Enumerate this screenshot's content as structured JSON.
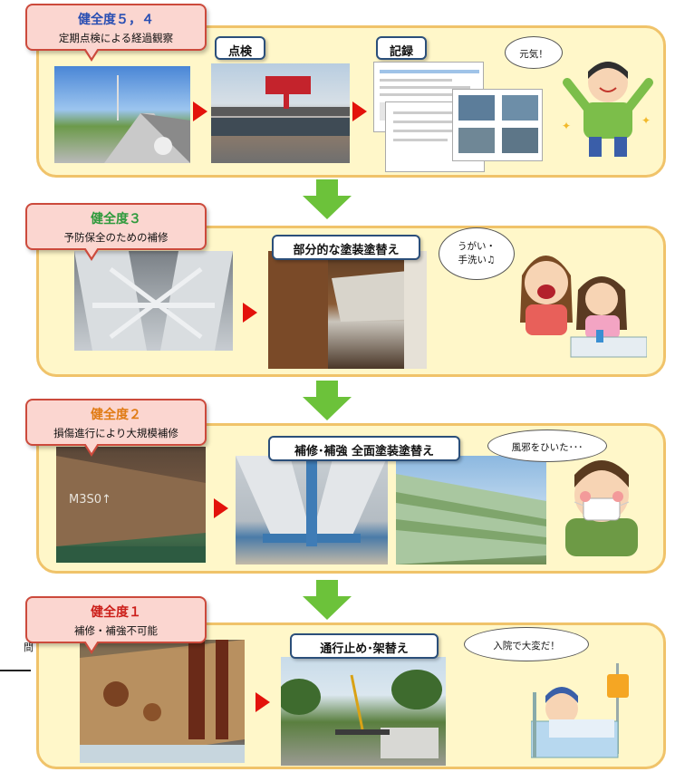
{
  "levels": [
    {
      "level": "健全度５，４",
      "desc": "定期点検による経過観察"
    },
    {
      "level": "健全度３",
      "desc": "予防保全のための補修"
    },
    {
      "level": "健全度２",
      "desc": "損傷進行により大規模補修"
    },
    {
      "level": "健全度１",
      "desc": "補修・補強不可能"
    }
  ],
  "steps": {
    "inspection": "点検",
    "record": "記録",
    "partial_repaint": "部分的な塗装塗替え",
    "full_repaint": "補修･補強 全面塗装塗替え",
    "closure": "通行止め･架替え"
  },
  "speech": {
    "healthy": "元気！",
    "gargle_line1": "うがい・",
    "gargle_line2": "手洗い♫",
    "cold": "風邪をひいた･･･",
    "hospital": "入院で大変だ！"
  },
  "side_fragment": "間",
  "colors": {
    "accent_red": "#e3120b",
    "level_red": "#cc1f1a",
    "panel_bg": "#fff7c9",
    "arrow_green": "#6cc23a"
  }
}
